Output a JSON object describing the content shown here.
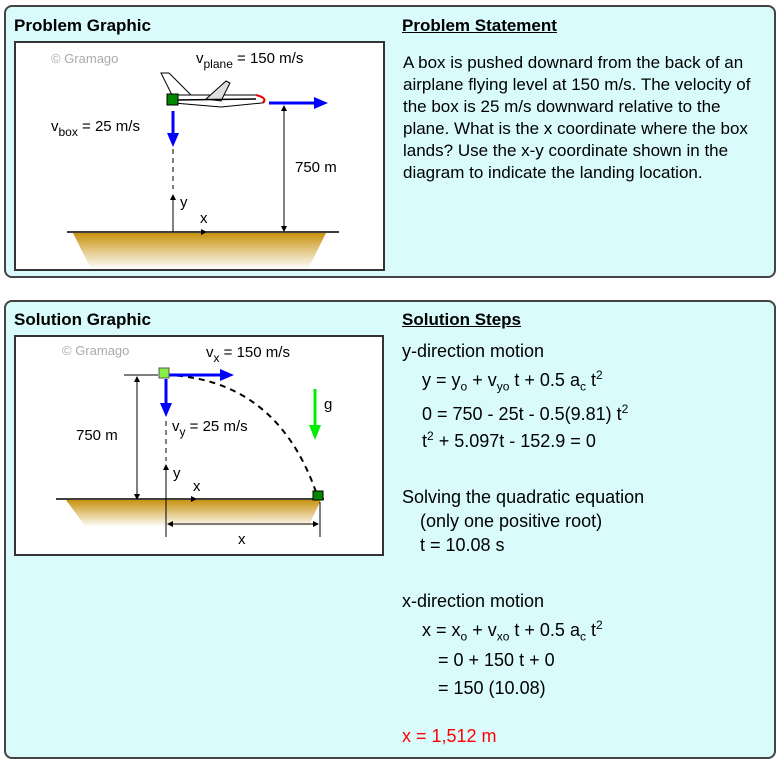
{
  "problem": {
    "graphic_title": "Problem Graphic",
    "statement_title": "Problem Statement",
    "statement": "A box is pushed downard from the back of an airplane flying level at 150 m/s. The velocity of the box is 25 m/s downward relative to the plane. What is the x coordinate where the box lands? Use the x-y coordinate shown in the diagram to indicate the landing location.",
    "watermark": "© Gramago",
    "vplane_label": "v",
    "vplane_sub": "plane",
    "vplane_val": " = 150 m/s",
    "vbox_label": "v",
    "vbox_sub": "box",
    "vbox_val": " = 25 m/s",
    "height": "750 m",
    "y": "y",
    "x": "x"
  },
  "solution": {
    "graphic_title": "Solution Graphic",
    "steps_title": "Solution Steps",
    "watermark": "© Gramago",
    "vx_label": "v",
    "vx_sub": "x",
    "vx_val": " = 150 m/s",
    "vy_label": "v",
    "vy_sub": "y",
    "vy_val": " = 25 m/s",
    "height": "750 m",
    "g": "g",
    "y": "y",
    "x": "x",
    "xdist": "x",
    "lines": {
      "y_head": "y-direction motion",
      "y1": [
        "y = y",
        "o",
        " + v",
        "yo",
        " t + 0.5 a",
        "c",
        " t",
        "2"
      ],
      "y2": [
        "0 = 750 - 25t - 0.5(9.81) t",
        "2"
      ],
      "y3": [
        "t",
        "2",
        " + 5.097t - 152.9 = 0"
      ],
      "q_head": "Solving the quadratic equation",
      "q1": "(only one positive root)",
      "q2": "t = 10.08 s",
      "x_head": "x-direction motion",
      "x1": [
        "x = x",
        "o",
        " + v",
        "xo",
        " t + 0.5 a",
        "c",
        " t",
        "2"
      ],
      "x2": "= 0 + 150 t + 0",
      "x3": "= 150 (10.08)",
      "answer": "x = 1,512 m"
    },
    "answer_color": "#ff0000"
  }
}
